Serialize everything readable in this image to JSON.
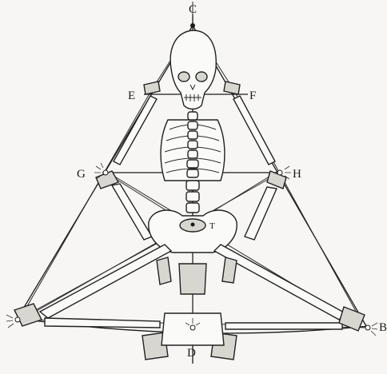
{
  "figure": {
    "labels": {
      "c": "C",
      "e": "E",
      "f": "F",
      "g": "G",
      "h": "H",
      "t": "T",
      "d": "D",
      "b": "B"
    }
  }
}
